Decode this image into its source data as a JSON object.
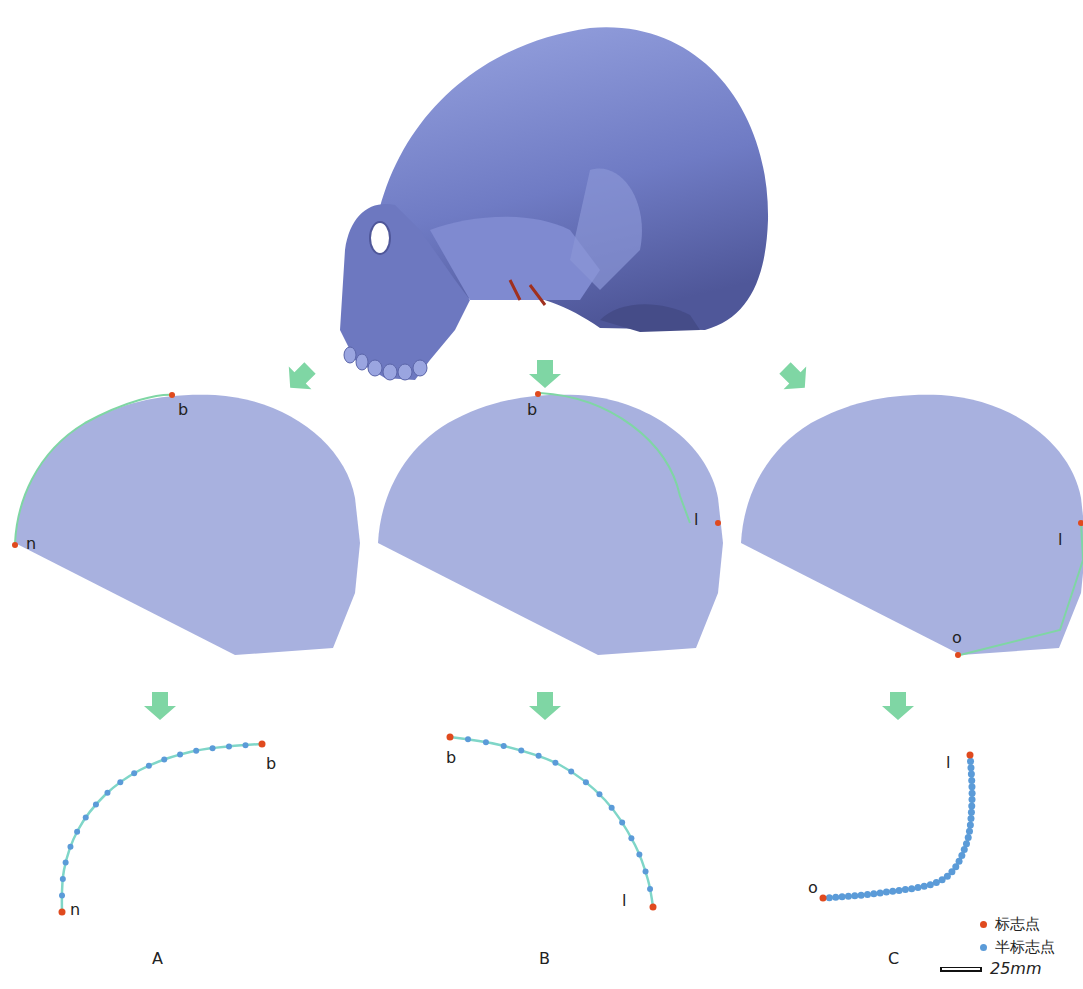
{
  "diagram": {
    "labels": [
      "b",
      "n",
      "b",
      "l",
      "l",
      "o",
      "b",
      "n",
      "b",
      "l",
      "l",
      "o",
      "A",
      "B",
      "C",
      "25mm"
    ],
    "legend": [
      {
        "text": "标志点",
        "color": "#e04a1e"
      },
      {
        "text": "半标志点",
        "color": "#5b9bd8"
      }
    ]
  }
}
